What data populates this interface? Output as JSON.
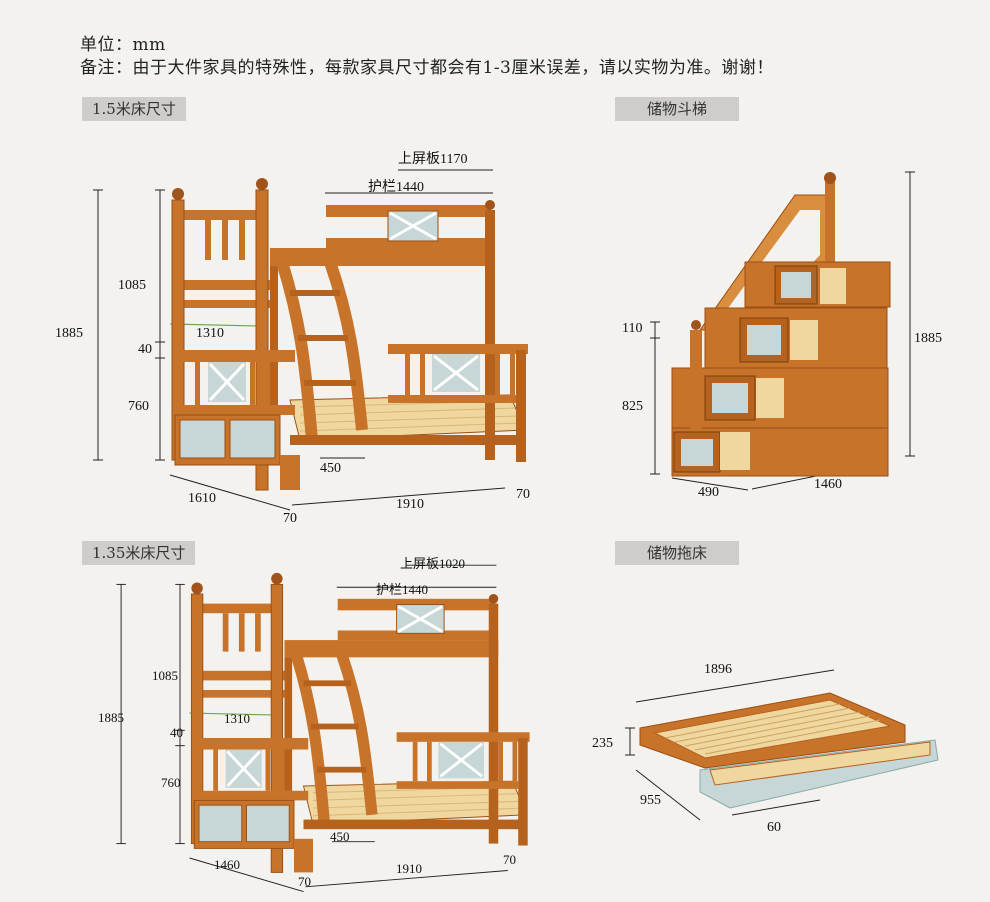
{
  "header": {
    "unit_line": "单位：mm",
    "note_line": "备注：由于大件家具的特殊性，每款家具尺寸都会有1-3厘米误差，请以实物为准。谢谢！"
  },
  "sections": {
    "bed150": {
      "title": "1.5米床尺寸",
      "top_panel": "上屏板1170",
      "guardrail": "护栏1440",
      "dims": {
        "h_total": "1885",
        "h_upper": "1085",
        "h_gap": "40",
        "h_lower": "760",
        "ladder_span": "1310",
        "step": "450",
        "depth": "1610",
        "post_a": "70",
        "length": "1910",
        "post_b": "70"
      }
    },
    "stair": {
      "title": "储物斗梯",
      "dims": {
        "h_top": "110",
        "h_mid": "825",
        "h_total": "1885",
        "depth": "490",
        "length": "1460"
      }
    },
    "bed135": {
      "title": "1.35米床尺寸",
      "top_panel": "上屏板1020",
      "guardrail": "护栏1440",
      "dims": {
        "h_total": "1885",
        "h_upper": "1085",
        "h_gap": "40",
        "h_lower": "760",
        "ladder_span": "1310",
        "step": "450",
        "depth": "1460",
        "post_a": "70",
        "length": "1910",
        "post_b": "70"
      }
    },
    "trundle": {
      "title": "储物拖床",
      "dims": {
        "length": "1896",
        "height": "235",
        "depth": "955",
        "drawer": "60"
      }
    }
  },
  "colors": {
    "wood": "#c8732a",
    "wood_dark": "#9a4f14",
    "slat": "#f0d7a0",
    "panel": "#c7d6d6",
    "line": "#222222"
  }
}
